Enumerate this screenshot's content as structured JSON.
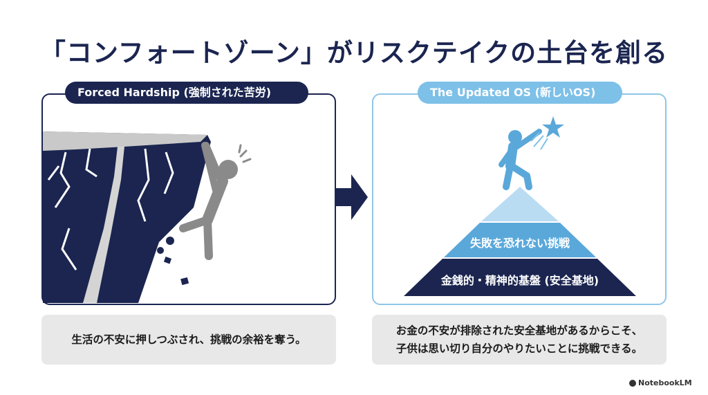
{
  "title": "「コンフォートゾーン」がリスクテイクの土台を創る",
  "left_panel": {
    "label": "Forced Hardship (強制された苦労)",
    "caption": "生活の不安に押しつぶされ、挑戦の余裕を奪う。"
  },
  "right_panel": {
    "label": "The Updated OS (新しいOS)",
    "pyramid_top": "失敗を恐れない挑戦",
    "pyramid_base": "金銭的・精神的基盤 (安全基地)",
    "caption_line1": "お金の不安が排除された安全基地があるからこそ、",
    "caption_line2": "子供は思い切り自分のやりたいことに挑戦できる。"
  },
  "icons": {
    "cliff_figure": "falling-person-icon",
    "arrow": "right-arrow-icon",
    "star_figure": "reaching-person-icon"
  },
  "colors": {
    "navy": "#1b2550",
    "light_blue": "#7dc0e8",
    "mid_blue": "#5aa8da",
    "gray": "#8a8a8a"
  },
  "brand": "NotebookLM"
}
